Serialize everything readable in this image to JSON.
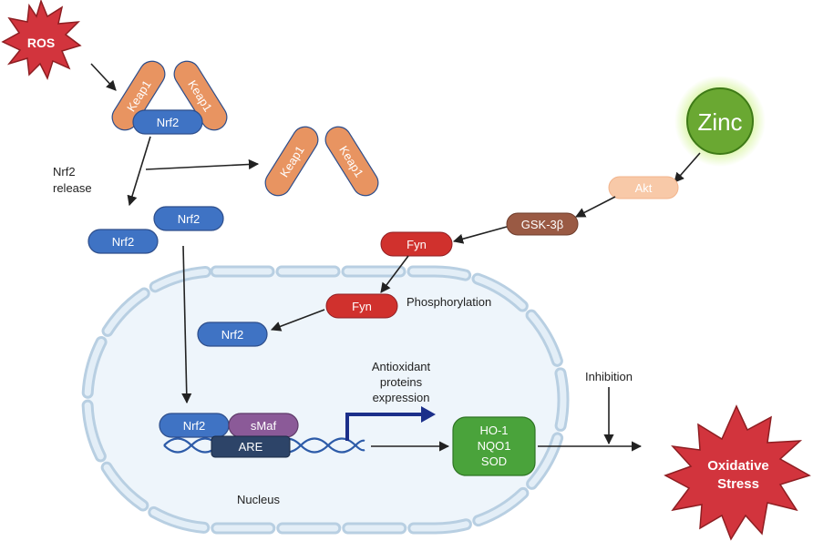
{
  "labels": {
    "ros": "ROS",
    "keap1": "Keap1",
    "nrf2": "Nrf2",
    "nrf2_release_line1": "Nrf2",
    "nrf2_release_line2": "release",
    "zinc": "Zinc",
    "akt": "Akt",
    "gsk3b": "GSK-3β",
    "fyn": "Fyn",
    "phosphorylation": "Phosphorylation",
    "antioxidant_line1": "Antioxidant",
    "antioxidant_line2": "proteins",
    "antioxidant_line3": "expression",
    "smaf": "sMaf",
    "are": "ARE",
    "ho1": "HO-1",
    "nqo1": "NQO1",
    "sod": "SOD",
    "inhibition": "Inhibition",
    "nucleus": "Nucleus",
    "oxidative_line1": "Oxidative",
    "oxidative_line2": "Stress"
  },
  "colors": {
    "nrf2": "#3f73c4",
    "keap1": "#e89461",
    "ros_star": "#d2343d",
    "zinc": "#6aa832",
    "akt": "#f8c9a8",
    "gsk3b": "#9a5a44",
    "fyn": "#d0312d",
    "smaf": "#8b5a98",
    "are": "#2d4468",
    "antioxidant_box": "#4aa33b",
    "expression_arrow": "#1b2f8a",
    "nucleus_fill": "#eef5fb",
    "nucleus_border": "#c5d8e7"
  }
}
